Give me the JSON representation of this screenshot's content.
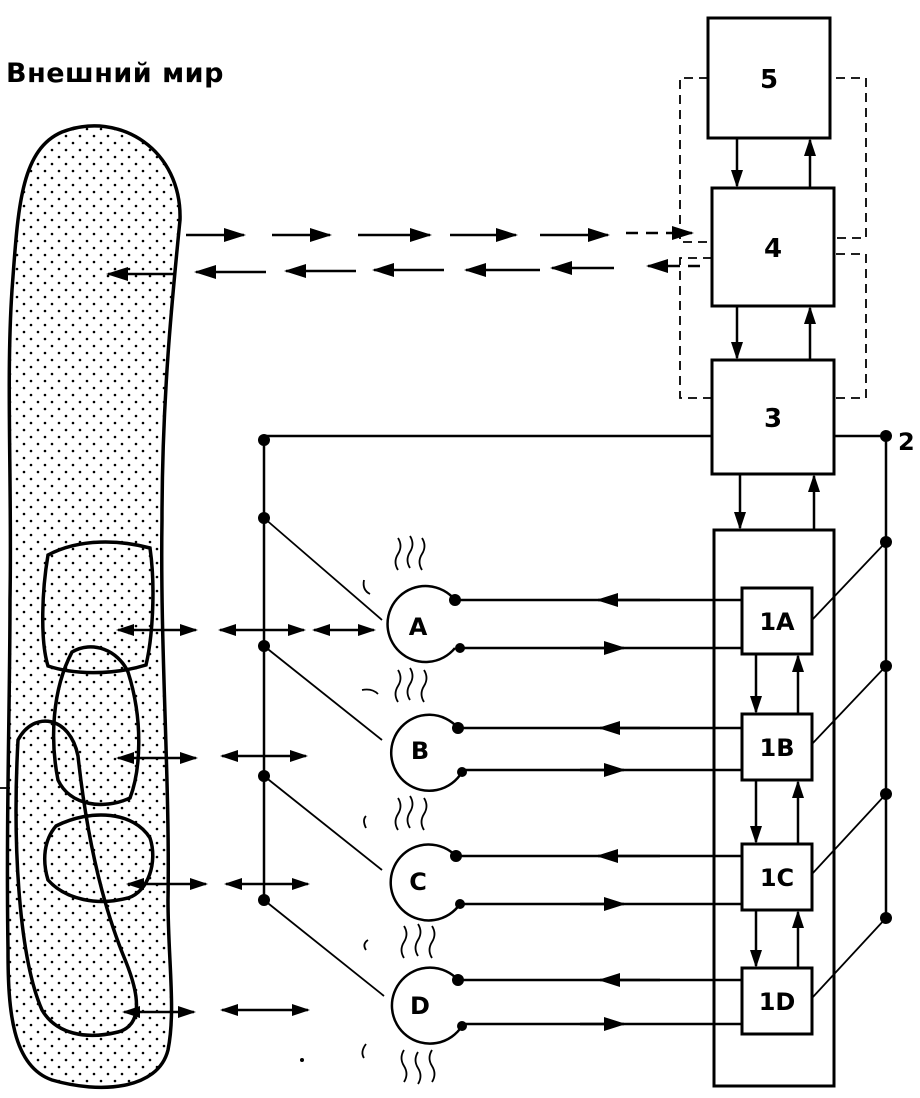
{
  "title": "Внешний мир",
  "blocks": {
    "b5": "5",
    "b4": "4",
    "b3": "3",
    "b1a": "1A",
    "b1b": "1B",
    "b1c": "1C",
    "b1d": "1D"
  },
  "bus_label": "2",
  "receptors": {
    "a": "A",
    "b": "B",
    "c": "C",
    "d": "D"
  }
}
